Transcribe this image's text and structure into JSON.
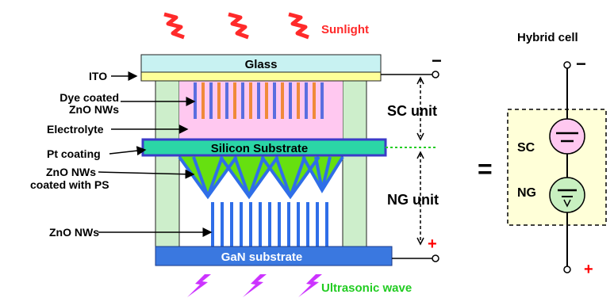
{
  "labels": {
    "sunlight": "Sunlight",
    "glass": "Glass",
    "ito": "ITO",
    "dye_line1": "Dye coated",
    "dye_line2": "ZnO NWs",
    "electrolyte": "Electrolyte",
    "pt_coating": "Pt coating",
    "silicon_substrate": "Silicon Substrate",
    "zno_ps_line1": "ZnO NWs",
    "zno_ps_line2": "coated with PS",
    "zno_nws": "ZnO NWs",
    "gan_substrate": "GaN substrate",
    "ultrasonic": "Ultrasonic wave",
    "sc_unit": "SC unit",
    "ng_unit": "NG unit",
    "minus_top": "−",
    "plus_bottom": "+",
    "equals": "=",
    "hybrid_title": "Hybrid cell",
    "hybrid_minus": "−",
    "hybrid_plus": "+",
    "sc": "SC",
    "ng": "NG"
  },
  "colors": {
    "sunlight": "#ff2a2a",
    "glass": "#c8f2f2",
    "ito": "#ffff99",
    "electrolyte": "#ffc8f0",
    "pillar": "#cdeecb",
    "dye_nw": "#5a6ee0",
    "dye_nw_alt": "#f08a3a",
    "silicon": "#2bd6a6",
    "silicon_border": "#3b3bc8",
    "green_fill": "#66e010",
    "nw_blue": "#2f6ee8",
    "gan": "#3a78e0",
    "ultrasonic": "#cc33ff",
    "ultrasonic_text": "#22cc22",
    "hybrid_bg": "#ffffd8",
    "sc_symbol": "#ffc8f0",
    "ng_symbol": "#c8f0c0"
  }
}
